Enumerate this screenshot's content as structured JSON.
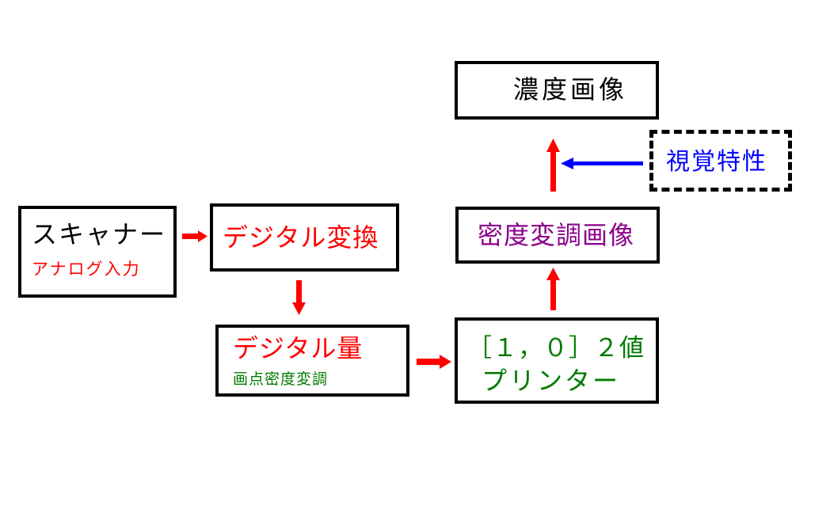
{
  "colors": {
    "black": "#000000",
    "red": "#ff0000",
    "green": "#007a00",
    "purple": "#8b008b",
    "blue": "#0000ff",
    "arrow_red": "#ff0000",
    "arrow_blue": "#0000ff"
  },
  "nodes": {
    "scanner": {
      "title": "スキャナー",
      "subtitle": "アナログ入力"
    },
    "digital_conversion": {
      "title": "デジタル変換"
    },
    "digital_quantity": {
      "title": "デジタル量",
      "subtitle": "画点密度変調"
    },
    "binary_printer": {
      "title": "［１，０］２値",
      "subtitle": "プリンター"
    },
    "density_modulated_image": {
      "title": "密度変調画像"
    },
    "density_image": {
      "title": "濃度画像"
    },
    "visual_characteristics": {
      "title": "視覚特性"
    }
  }
}
